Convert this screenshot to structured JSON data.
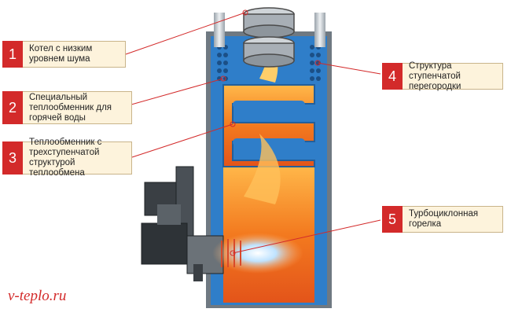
{
  "callouts": [
    {
      "number": "1",
      "text": "Котел с низким уровнем шума"
    },
    {
      "number": "2",
      "text": "Специальный теплообменник для горячей воды"
    },
    {
      "number": "3",
      "text": "Теплообменник с трехступенчатой структурой теплообмена"
    },
    {
      "number": "4",
      "text": "Структура ступенчатой перегородки"
    },
    {
      "number": "5",
      "text": "Турбоциклонная горелка"
    }
  ],
  "watermark": "v-teplo.ru",
  "colors": {
    "callout_number_bg": "#d32a2a",
    "callout_box_bg": "#fdf3dc",
    "boiler_water": "#2f7ec9",
    "boiler_shell": "#7d8790",
    "flame": "#f47b20"
  }
}
